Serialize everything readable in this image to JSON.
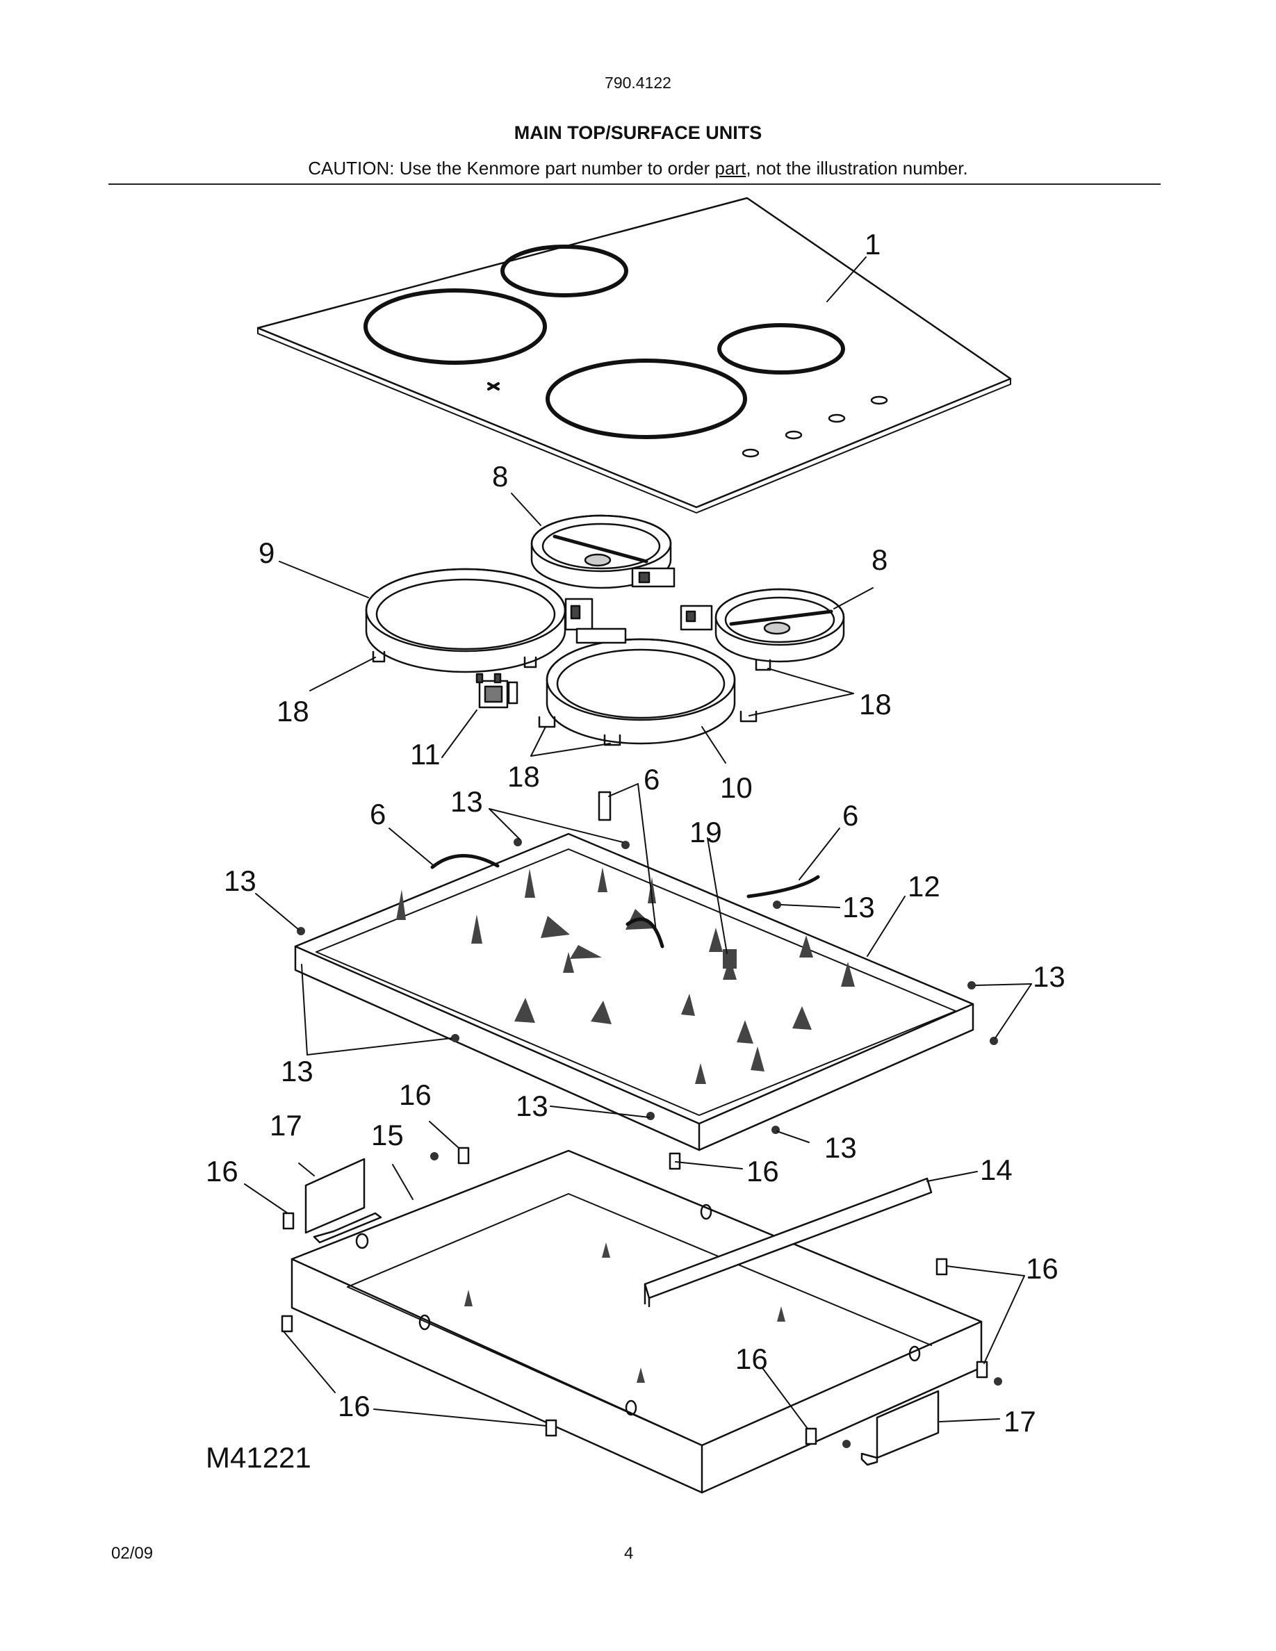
{
  "header": {
    "doc_number": "790.4122",
    "title": "MAIN TOP/SURFACE UNITS",
    "caution_prefix": "CAUTION: Use the Kenmore part number to order ",
    "caution_link": "part",
    "caution_suffix": ", not the illustration number."
  },
  "diagram": {
    "callouts": [
      "1",
      "8",
      "9",
      "8",
      "18",
      "18",
      "11",
      "18",
      "10",
      "6",
      "6",
      "6",
      "13",
      "19",
      "13",
      "12",
      "13",
      "13",
      "13",
      "16",
      "17",
      "15",
      "16",
      "13",
      "16",
      "13",
      "14",
      "16",
      "16",
      "16",
      "17"
    ],
    "model_number": "M41221"
  },
  "footer": {
    "date": "02/09",
    "page": "4"
  }
}
